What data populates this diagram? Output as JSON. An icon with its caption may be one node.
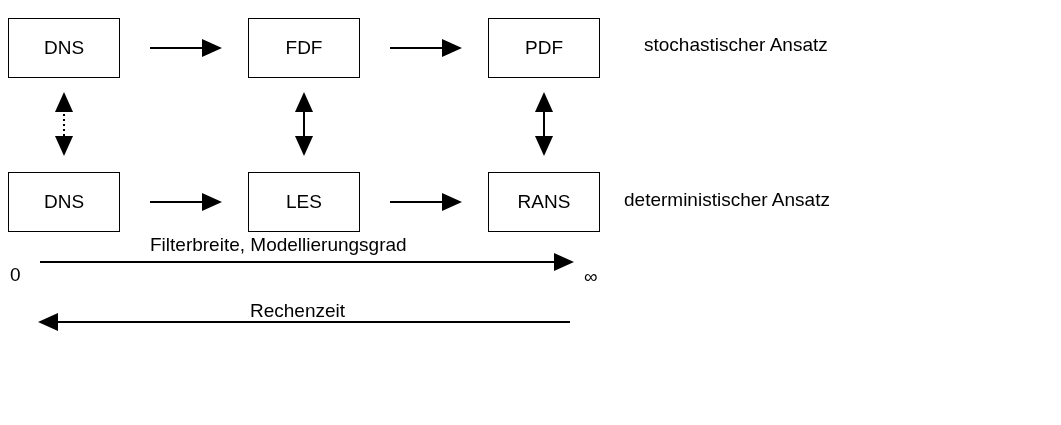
{
  "diagram": {
    "nodes": [
      {
        "text": [
          "DNS"
        ]
      },
      {
        "text": [
          "FDF"
        ]
      },
      {
        "text": [
          "PDF"
        ]
      },
      {
        "text": [
          "DNS"
        ]
      },
      {
        "text": [
          "LES"
        ]
      },
      {
        "text": [
          "RANS"
        ]
      }
    ],
    "edges": [
      {
        "from": 0,
        "to": 1,
        "arrow": "to"
      },
      {
        "from": 1,
        "to": 2,
        "arrow": "to"
      },
      {
        "from": 3,
        "to": 4,
        "arrow": "to"
      },
      {
        "from": 4,
        "to": 5,
        "arrow": "to"
      },
      {
        "from": 0,
        "to": 3,
        "arrow": "both",
        "style": "dashed"
      },
      {
        "from": 1,
        "to": 4,
        "arrow": "both"
      },
      {
        "from": 2,
        "to": 5,
        "arrow": "both"
      }
    ],
    "labels": [
      "stochastischer Ansatz",
      "deterministischer Ansatz",
      "Filterbreite, Modellierungsgrad",
      "0",
      "∞",
      "Rechenzeit"
    ]
  }
}
